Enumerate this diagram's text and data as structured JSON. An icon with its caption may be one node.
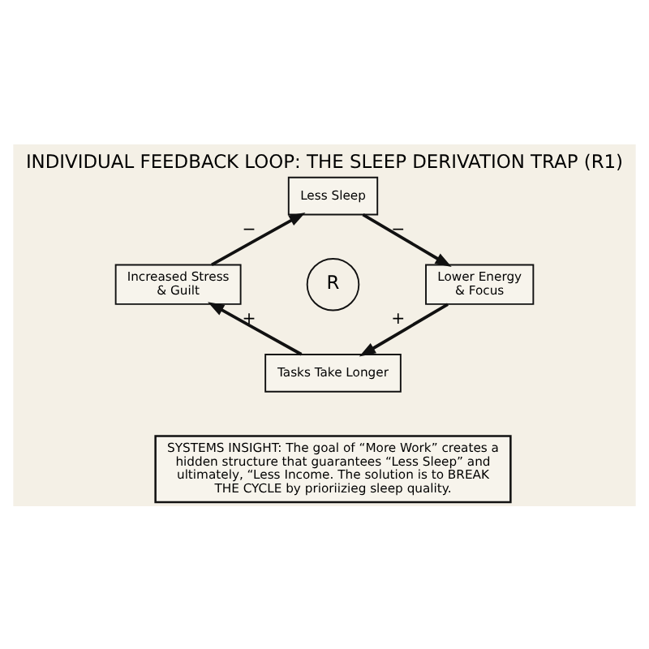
{
  "diagram": {
    "title": "INDIVIDUAL FEEDBACK LOOP: THE SLEEP DERIVATION TRAP (R1)",
    "nodes": [
      {
        "text": [
          "Less Sleep"
        ]
      },
      {
        "text": [
          "Lower Energy & Focus"
        ]
      },
      {
        "text": [
          "Increased Stress & Guilt"
        ]
      },
      {
        "text": [
          "Tasks Take Longer"
        ]
      },
      {
        "text": [
          "SYSTEMS INSIGHT: The goal of “More Work” creates a hidden structure that guarantees “Less Sleep” and ultimately, “Less Income. The solution is to BREAK THE CYCLE by prioriizieg sleep quality."
        ]
      }
    ],
    "edges": [
      {
        "from": 0,
        "to": 1,
        "arrow": "to",
        "label": "−"
      },
      {
        "from": 1,
        "to": 3,
        "arrow": "to",
        "label": "+"
      },
      {
        "from": 3,
        "to": 2,
        "arrow": "to",
        "label": "+"
      },
      {
        "from": 2,
        "to": 0,
        "arrow": "to",
        "label": "−"
      }
    ],
    "labels": [
      "R"
    ]
  }
}
